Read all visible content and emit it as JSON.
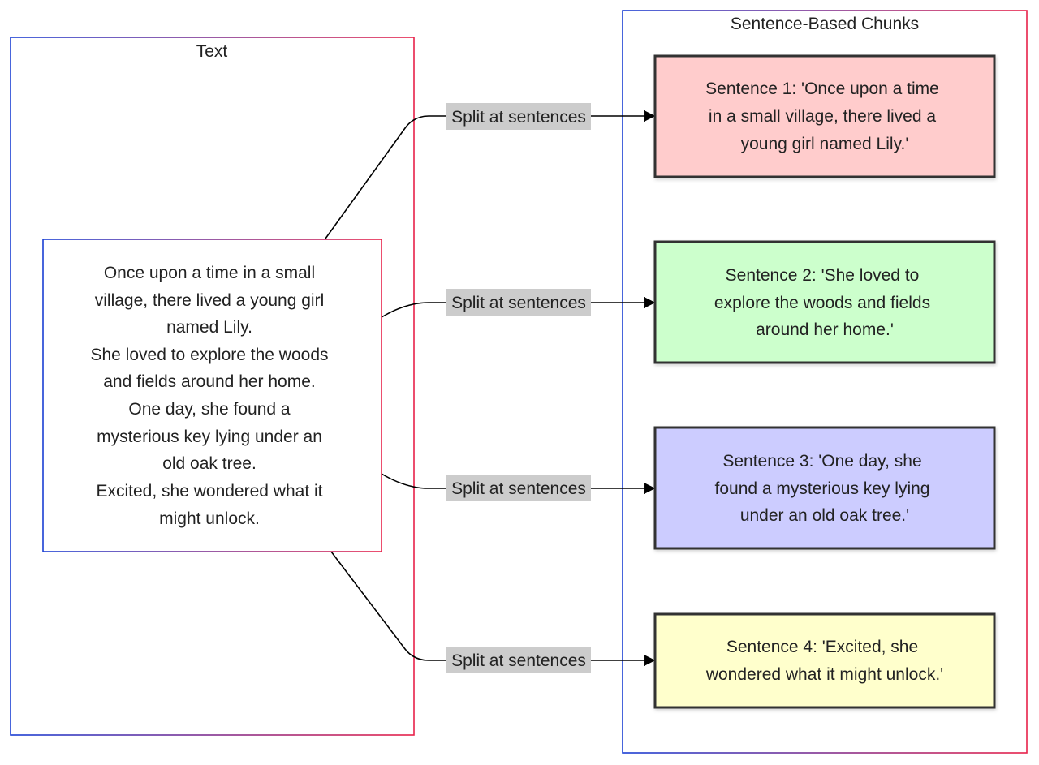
{
  "clusters": {
    "text": {
      "title": "Text"
    },
    "chunks": {
      "title": "Sentence-Based Chunks"
    }
  },
  "source": {
    "lines": [
      "Once upon a time in a small",
      "village, there lived a young girl",
      "named Lily.",
      "She loved to explore the woods",
      "and fields around her home.",
      "One day, she found a",
      "mysterious key lying under an",
      "old oak tree.",
      "Excited, she wondered what it",
      "might unlock."
    ]
  },
  "edge_label": "Split at sentences",
  "chunks": [
    {
      "lines": [
        "Sentence 1: 'Once upon a time",
        "in a small village, there lived a",
        "young girl named Lily.'"
      ],
      "fill": "#ffcccc"
    },
    {
      "lines": [
        "Sentence 2: 'She loved to",
        "explore the woods and fields",
        "around her home.'"
      ],
      "fill": "#ccffcc"
    },
    {
      "lines": [
        "Sentence 3: 'One day, she",
        "found a mysterious key lying",
        "under an old oak tree.'"
      ],
      "fill": "#ccccff"
    },
    {
      "lines": [
        "Sentence 4: 'Excited, she",
        "wondered what it might unlock.'"
      ],
      "fill": "#ffffcc"
    }
  ],
  "colors": {
    "border_gradient_start": "#1a3fd4",
    "border_gradient_end": "#e8224a",
    "edge_label_background": "#cccccc",
    "chunk_border": "#333333"
  }
}
